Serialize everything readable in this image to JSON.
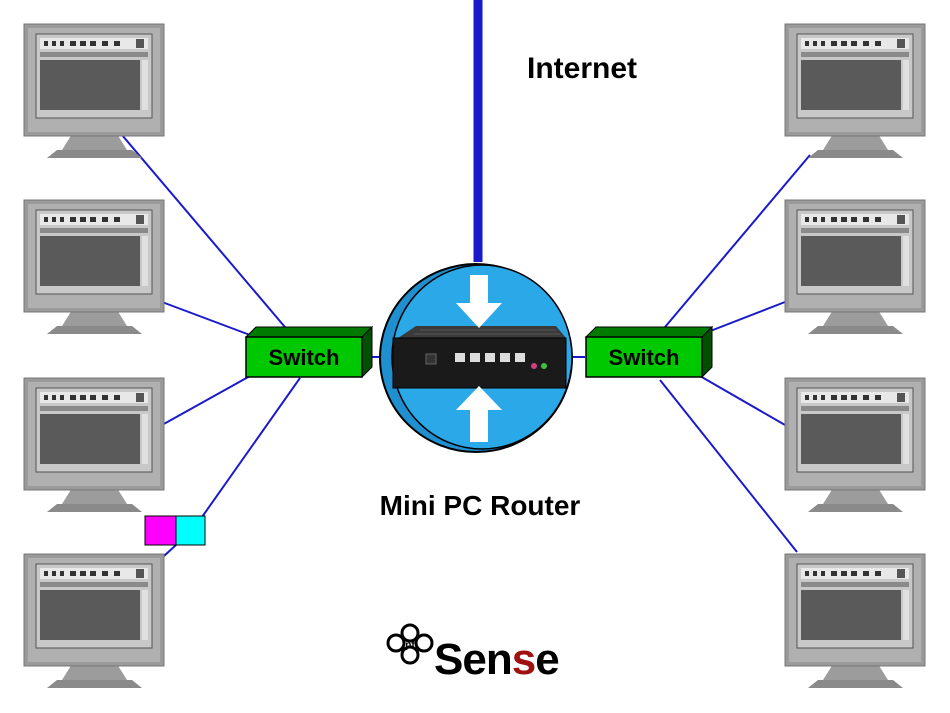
{
  "labels": {
    "internet": "Internet",
    "router": "Mini PC Router",
    "left_switch": "Switch",
    "right_switch": "Switch"
  },
  "logo": {
    "prefix": "pf",
    "brand_a": "Sen",
    "brand_b": "s",
    "brand_c": "e",
    "name": "pfSense"
  },
  "colors": {
    "link": "#1a1acc",
    "switch": "#00c800",
    "globe": "#2aa8e8",
    "monitor": "#999999",
    "screen": "#5a5a5a",
    "arrow": "#ffffff",
    "logo_accent": "#a01010",
    "connector_left": "#ff00ff",
    "connector_right": "#00ffff"
  },
  "computers": [
    {
      "id": "left-1"
    },
    {
      "id": "left-2"
    },
    {
      "id": "left-3"
    },
    {
      "id": "left-4"
    },
    {
      "id": "right-1"
    },
    {
      "id": "right-2"
    },
    {
      "id": "right-3"
    },
    {
      "id": "right-4"
    }
  ]
}
